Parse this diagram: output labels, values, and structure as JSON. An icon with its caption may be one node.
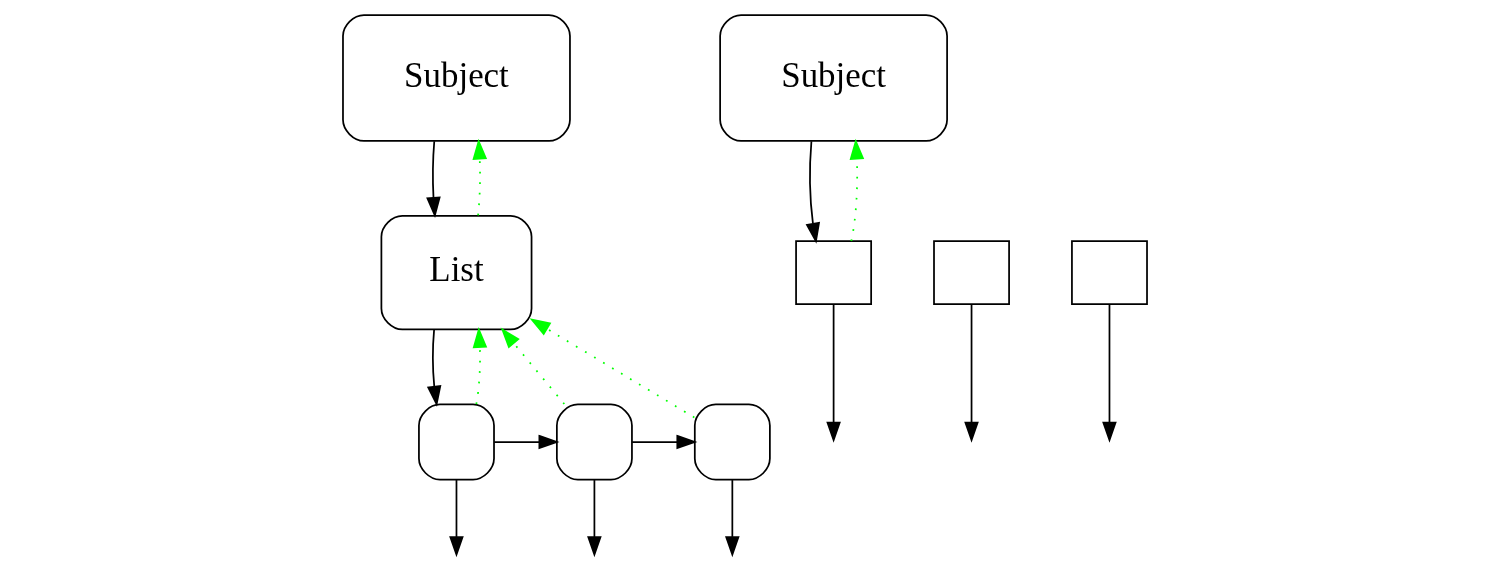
{
  "diagram": {
    "nodes": [
      {
        "text": [
          "Subject"
        ]
      },
      {
        "text": [
          "List"
        ]
      },
      {
        "text": [],
        "shape": "box"
      },
      {
        "text": [],
        "shape": "box"
      },
      {
        "text": [],
        "shape": "box"
      },
      {
        "text": [
          "Subject"
        ]
      },
      {
        "text": [],
        "shape": "box"
      },
      {
        "text": [],
        "shape": "box"
      },
      {
        "text": [],
        "shape": "box"
      }
    ],
    "edges": [
      {
        "from": 0,
        "to": 1,
        "arrow": "to"
      },
      {
        "from": 1,
        "to": 0,
        "arrow": "to",
        "style": "dashed",
        "color": "#00ff00"
      },
      {
        "from": 1,
        "to": 2,
        "arrow": "to"
      },
      {
        "from": 2,
        "to": 3,
        "arrow": "to"
      },
      {
        "from": 3,
        "to": 4,
        "arrow": "to"
      },
      {
        "from": 2,
        "to": 1,
        "arrow": "to",
        "style": "dashed",
        "color": "#00ff00"
      },
      {
        "from": 3,
        "to": 1,
        "arrow": "to",
        "style": "dashed",
        "color": "#00ff00"
      },
      {
        "from": 4,
        "to": 1,
        "arrow": "to",
        "style": "dashed",
        "color": "#00ff00"
      },
      {
        "from": 2,
        "to": null,
        "arrow": "to"
      },
      {
        "from": 3,
        "to": null,
        "arrow": "to"
      },
      {
        "from": 4,
        "to": null,
        "arrow": "to"
      },
      {
        "from": 5,
        "to": 6,
        "arrow": "to"
      },
      {
        "from": 6,
        "to": 5,
        "arrow": "to",
        "style": "dashed",
        "color": "#00ff00"
      },
      {
        "from": 6,
        "to": null,
        "arrow": "to"
      },
      {
        "from": 7,
        "to": null,
        "arrow": "to"
      },
      {
        "from": 8,
        "to": null,
        "arrow": "to"
      }
    ]
  }
}
